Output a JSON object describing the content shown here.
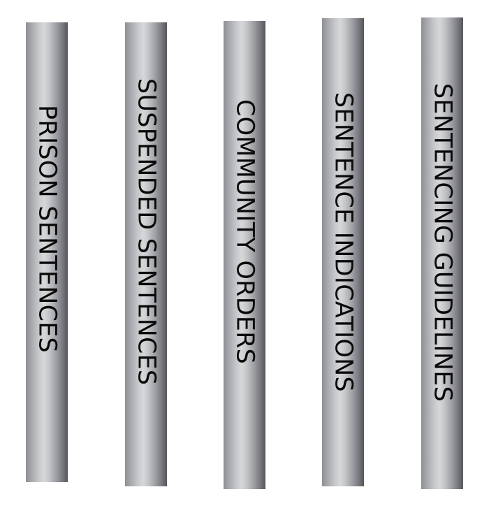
{
  "bars": [
    {
      "label": "PRISON SENTENCES"
    },
    {
      "label": "SUSPENDED SENTENCES"
    },
    {
      "label": "COMMUNITY ORDERS"
    },
    {
      "label": "SENTENCE INDICATIONS"
    },
    {
      "label": "SENTENCING GUIDELINES"
    }
  ]
}
